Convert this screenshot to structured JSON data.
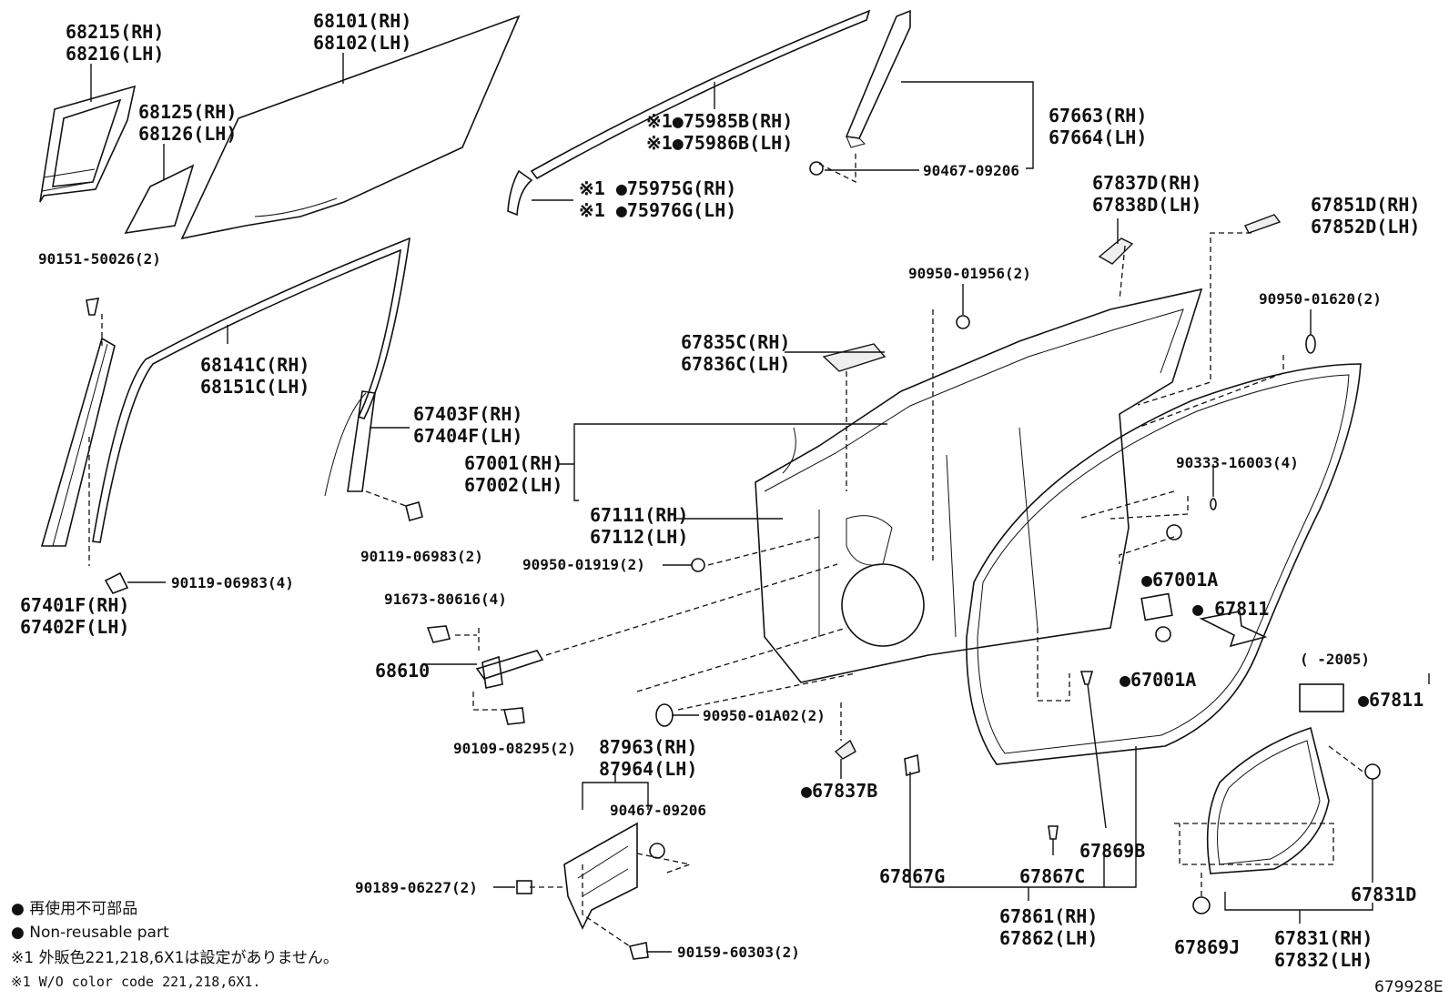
{
  "labels": {
    "p68215": "68215(RH)",
    "p68216": "68216(LH)",
    "p68101": "68101(RH)",
    "p68102": "68102(LH)",
    "p68125": "68125(RH)",
    "p68126": "68126(LH)",
    "p75985b": "※1●75985B(RH)",
    "p75986b": "※1●75986B(LH)",
    "p75975g": "※1 ●75975G(RH)",
    "p75976g": "※1 ●75976G(LH)",
    "p67663": "67663(RH)",
    "p67664": "67664(LH)",
    "p90467a": "90467-09206",
    "p67837d": "67837D(RH)",
    "p67838d": "67838D(LH)",
    "p67851d": "67851D(RH)",
    "p67852d": "67852D(LH)",
    "p90151": "90151-50026(2)",
    "p90950_01956": "90950-01956(2)",
    "p90950_01620": "90950-01620(2)",
    "p68141c": "68141C(RH)",
    "p68151c": "68151C(LH)",
    "p67835c": "67835C(RH)",
    "p67836c": "67836C(LH)",
    "p67403f": "67403F(RH)",
    "p67404f": "67404F(LH)",
    "p67001": "67001(RH)",
    "p67002": "67002(LH)",
    "p90333": "90333-16003(4)",
    "p67111": "67111(RH)",
    "p67112": "67112(LH)",
    "p90119a": "90119-06983(2)",
    "p90950_01919": "90950-01919(2)",
    "p67001a1": "●67001A",
    "p90119b": "90119-06983(4)",
    "p67401f": "67401F(RH)",
    "p67402f": "67402F(LH)",
    "p91673": "91673-80616(4)",
    "p67811a": "● 67811",
    "p68610": "68610",
    "p67001a2": "●67001A",
    "p2005": "(     -2005)",
    "p67811b": "●67811",
    "p90950_01a02": "90950-01A02(2)",
    "p90109": "90109-08295(2)",
    "p87963": "87963(RH)",
    "p87964": "87964(LH)",
    "p67837b": "●67837B",
    "p90467b": "90467-09206",
    "p67869b": "67869B",
    "p90189": "90189-06227(2)",
    "p67867g": "67867G",
    "p67867c": "67867C",
    "p67831d": "67831D",
    "p67861": "67861(RH)",
    "p67862": "67862(LH)",
    "p90159": "90159-60303(2)",
    "p67869j": "67869J",
    "p67831": "67831(RH)",
    "p67832": "67832(LH)"
  },
  "legend": {
    "jp_nonreusable": "● 再使用不可部品",
    "en_nonreusable": "● Non-reusable part",
    "jp_note": "※1  外販色221,218,6X1は設定がありません。",
    "en_note": "※1  W/O color code 221,218,6X1."
  },
  "diagram_id": "679928E"
}
